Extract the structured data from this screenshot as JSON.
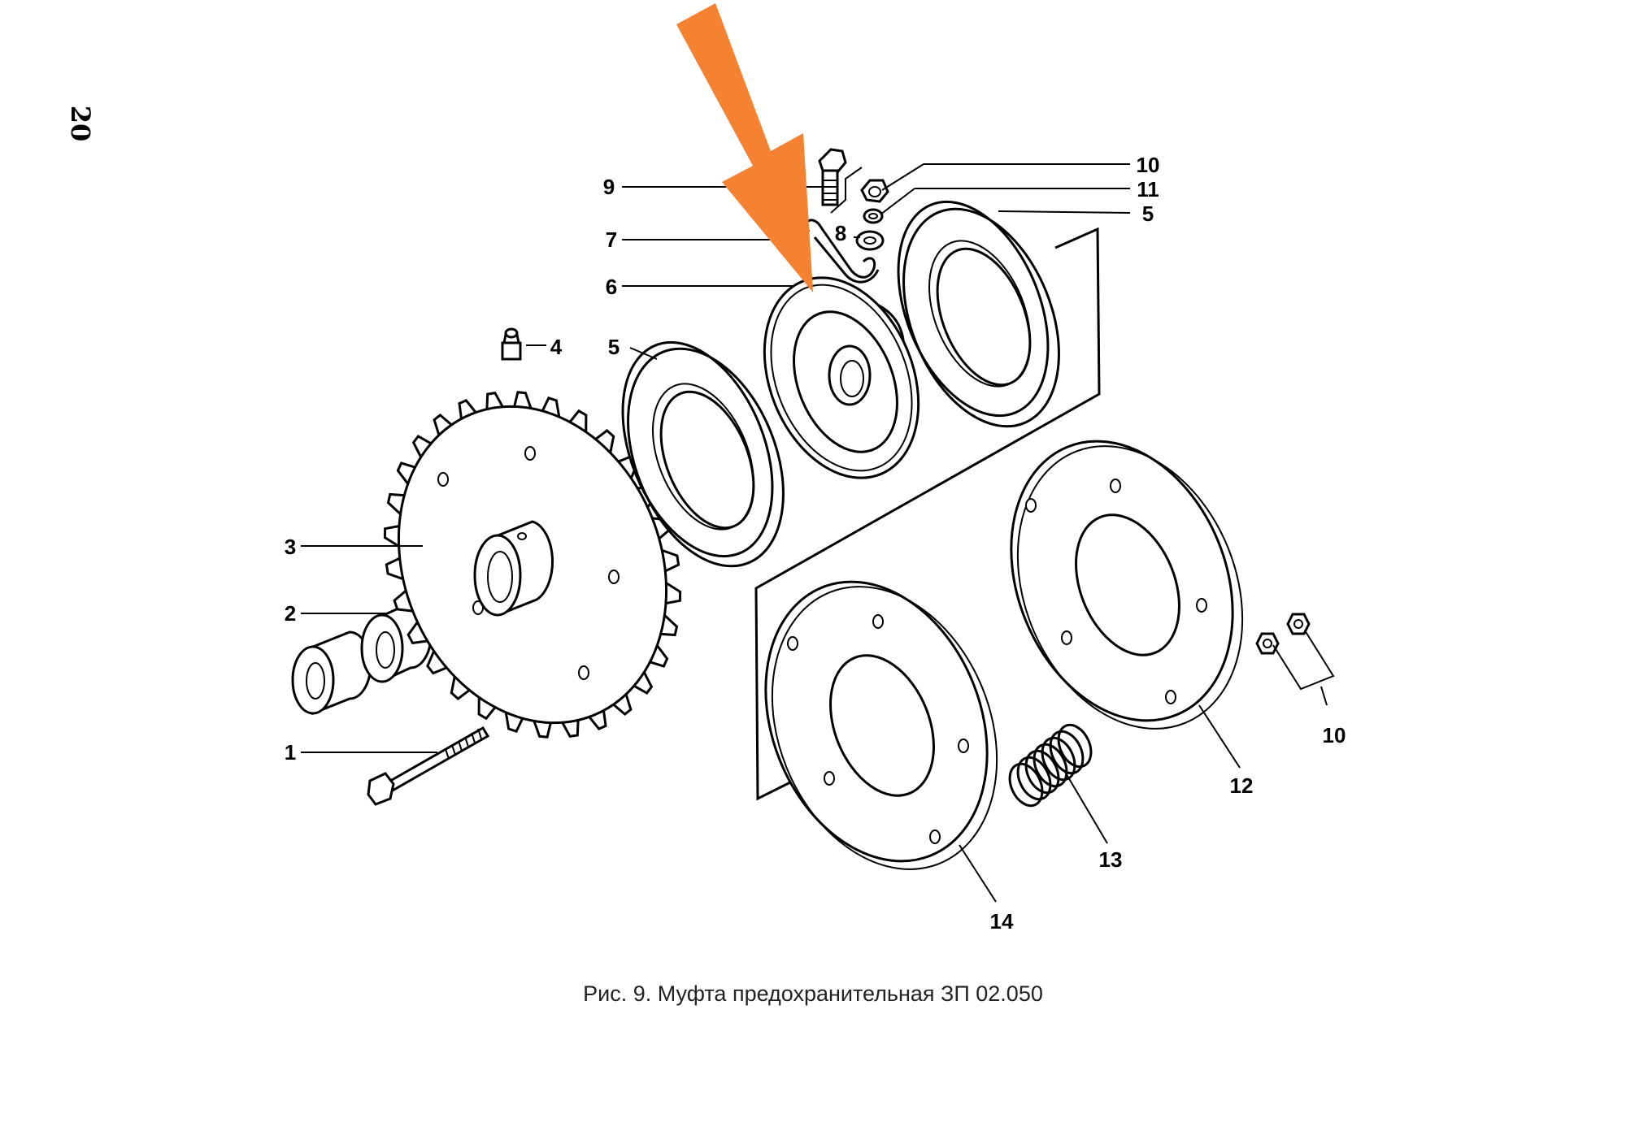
{
  "page_number": "20",
  "caption": "Рис. 9. Муфта предохранительная ЗП 02.050",
  "callouts": {
    "c1": "1",
    "c2": "2",
    "c3": "3",
    "c4": "4",
    "c5a": "5",
    "c5b": "5",
    "c6": "6",
    "c7": "7",
    "c8": "8",
    "c9": "9",
    "c10a": "10",
    "c10b": "10",
    "c11": "11",
    "c12": "12",
    "c13": "13",
    "c14": "14"
  },
  "colors": {
    "highlight_arrow": "#f58230",
    "line": "#000000"
  }
}
